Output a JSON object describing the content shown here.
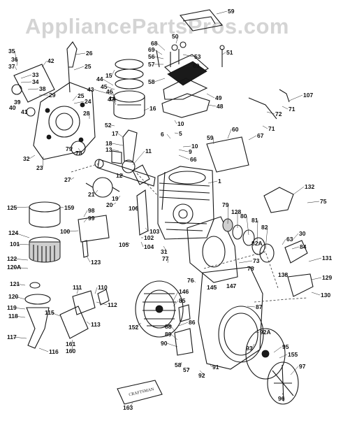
{
  "watermark": "AppliancePartsPros.com",
  "plate_text": "CRAFTSMAN",
  "callouts": [
    "59",
    "68",
    "50",
    "69",
    "53",
    "51",
    "56",
    "57",
    "58",
    "69",
    "49",
    "48",
    "35",
    "36",
    "42",
    "26",
    "37",
    "25",
    "33",
    "34",
    "38",
    "29",
    "40",
    "39",
    "41",
    "44",
    "45",
    "43",
    "15",
    "24",
    "25",
    "46",
    "47",
    "14",
    "16",
    "52",
    "28",
    "32",
    "23",
    "79",
    "78",
    "17",
    "18",
    "13",
    "11",
    "12",
    "10",
    "5",
    "6",
    "9",
    "59",
    "60",
    "67",
    "71",
    "72",
    "71",
    "107",
    "10",
    "66",
    "27",
    "21",
    "19",
    "20",
    "106",
    "1",
    "132",
    "75",
    "125",
    "159",
    "98",
    "99",
    "124",
    "100",
    "101",
    "123",
    "103",
    "105",
    "104",
    "102",
    "31",
    "122",
    "120A",
    "77",
    "76",
    "73",
    "145",
    "147",
    "82A",
    "78",
    "79",
    "128",
    "80",
    "81",
    "82",
    "63",
    "30",
    "84",
    "138",
    "131",
    "129",
    "130",
    "121",
    "110",
    "111",
    "120",
    "112",
    "119",
    "118",
    "115",
    "113",
    "117",
    "116",
    "161",
    "160",
    "146",
    "85",
    "152",
    "86",
    "87",
    "88",
    "89",
    "90",
    "58",
    "57",
    "91",
    "92",
    "92A",
    "93",
    "95",
    "155",
    "96",
    "97",
    "163"
  ]
}
